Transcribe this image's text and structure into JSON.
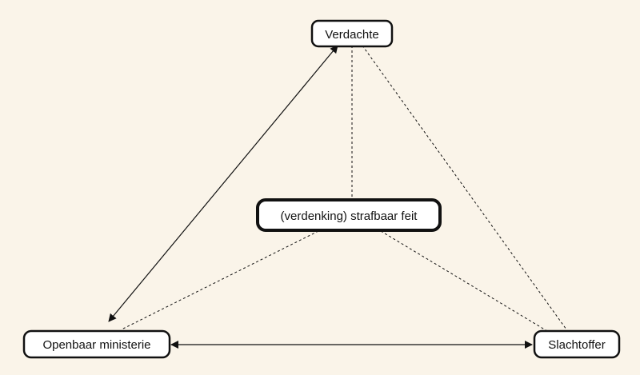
{
  "diagram": {
    "nodes": {
      "suspect": {
        "label": "Verdachte"
      },
      "offense": {
        "label": "(verdenking) strafbaar feit"
      },
      "prosecution": {
        "label": "Openbaar ministerie"
      },
      "victim": {
        "label": "Slachtoffer"
      }
    },
    "edges": [
      {
        "from": "prosecution",
        "to": "suspect",
        "style": "solid",
        "arrows": "both"
      },
      {
        "from": "prosecution",
        "to": "victim",
        "style": "solid",
        "arrows": "both"
      },
      {
        "from": "suspect",
        "to": "offense",
        "style": "dashed",
        "arrows": "none"
      },
      {
        "from": "suspect",
        "to": "victim",
        "style": "dashed",
        "arrows": "none"
      },
      {
        "from": "offense",
        "to": "prosecution",
        "style": "dashed",
        "arrows": "none"
      },
      {
        "from": "offense",
        "to": "victim",
        "style": "dashed",
        "arrows": "none"
      }
    ]
  },
  "colors": {
    "background_panel": "#faf4e9",
    "node_fill": "#ffffff",
    "node_stroke": "#111111",
    "line": "#111111"
  }
}
